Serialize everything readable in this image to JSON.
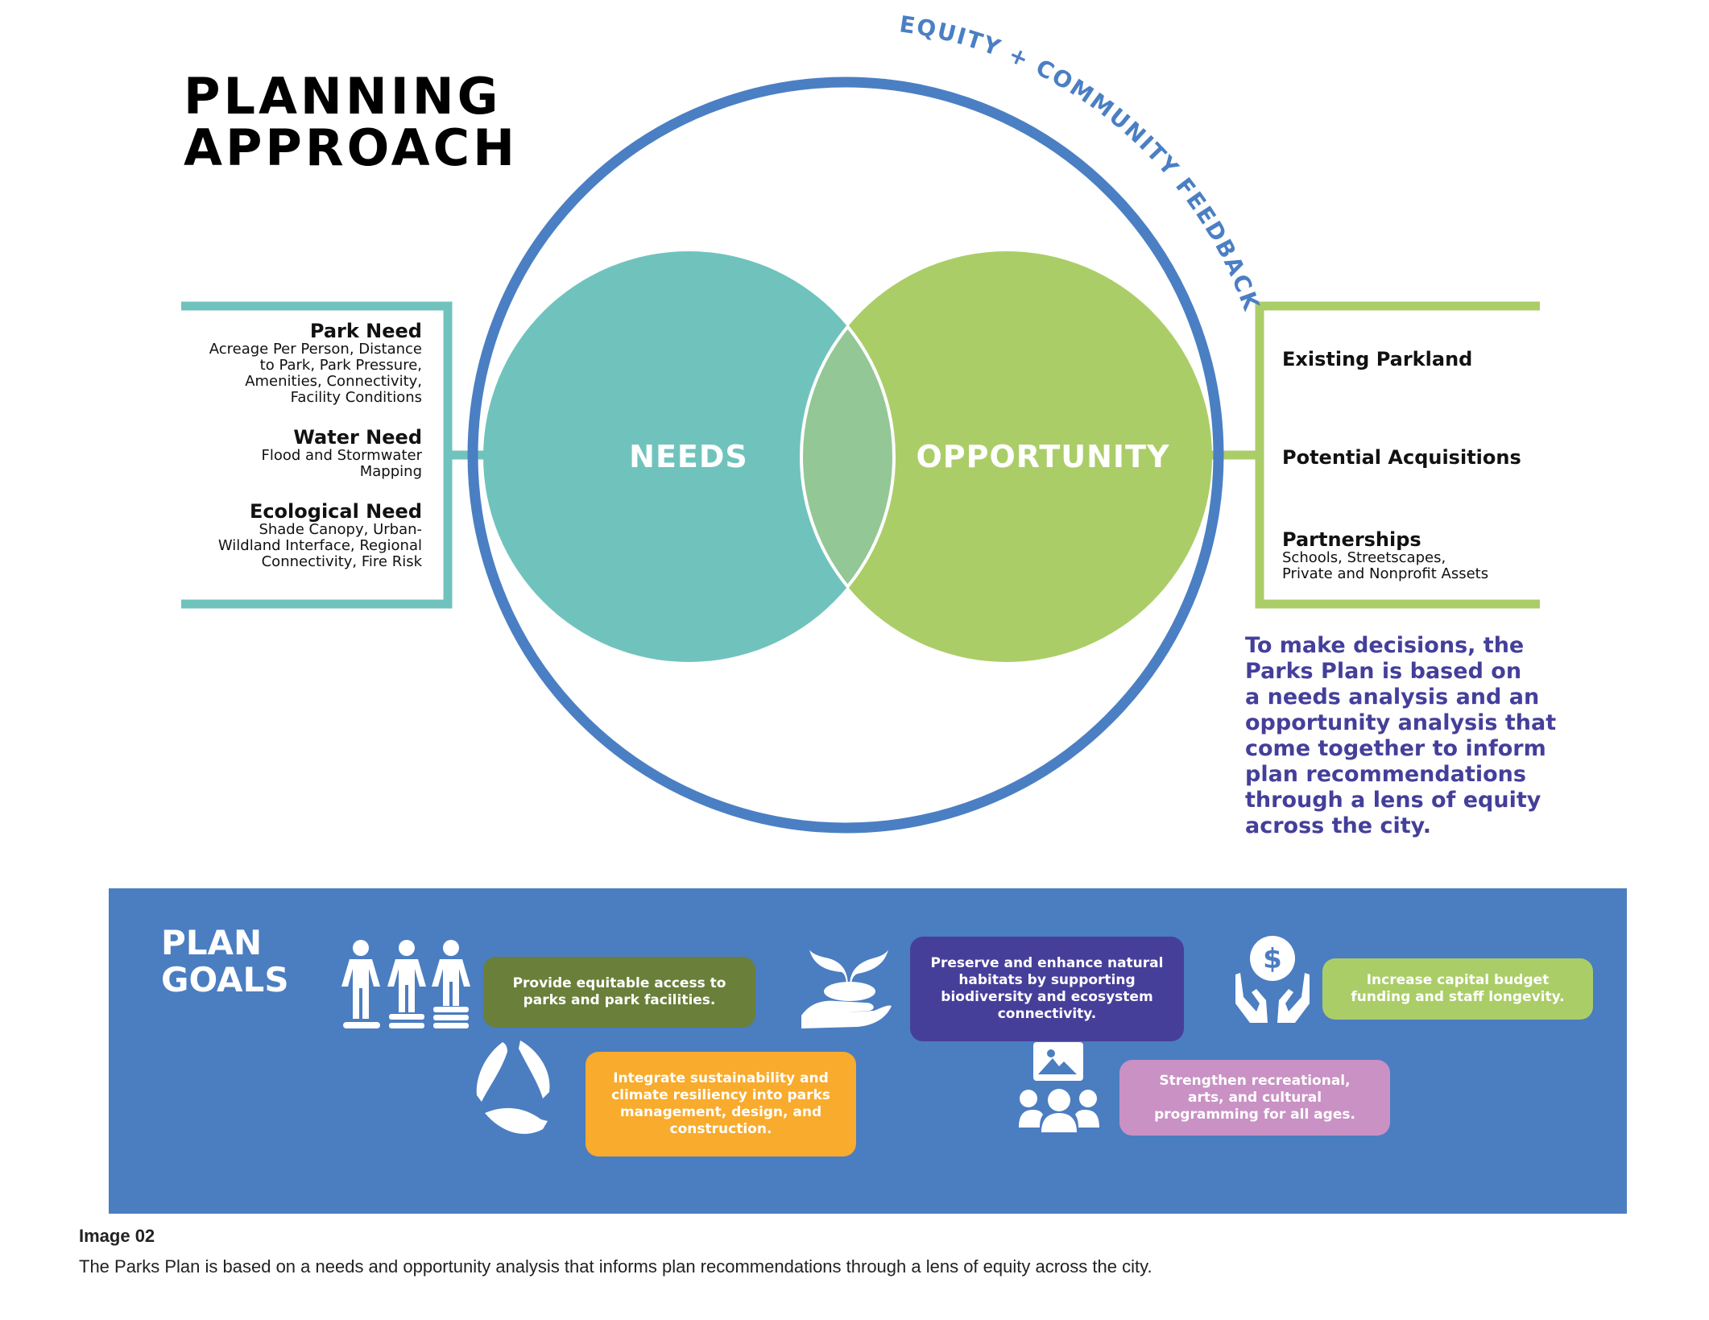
{
  "title": {
    "line1": "PLANNING",
    "line2": "APPROACH"
  },
  "ring_label": "EQUITY + COMMUNITY FEEDBACK",
  "venn": {
    "left_label": "NEEDS",
    "right_label": "OPPORTUNITY",
    "colors": {
      "ring": "#4b7fc3",
      "needs": "#70c3bd",
      "opportunity": "#abcd68",
      "overlap": "#93c795"
    }
  },
  "needs_list": [
    {
      "heading": "Park Need",
      "detail_lines": [
        "Acreage Per Person, Distance",
        "to Park, Park Pressure,",
        "Amenities, Connectivity,",
        "Facility Conditions"
      ]
    },
    {
      "heading": "Water Need",
      "detail_lines": [
        "Flood and Stormwater",
        "Mapping"
      ]
    },
    {
      "heading": "Ecological Need",
      "detail_lines": [
        "Shade Canopy, Urban-",
        "Wildland Interface, Regional",
        "Connectivity, Fire Risk"
      ]
    }
  ],
  "opportunity_list": [
    {
      "heading": "Existing Parkland",
      "detail_lines": []
    },
    {
      "heading": "Potential Acquisitions",
      "detail_lines": []
    },
    {
      "heading": "Partnerships",
      "detail_lines": [
        "Schools, Streetscapes,",
        "Private and Nonprofit Assets"
      ]
    }
  ],
  "summary_lines": [
    "To make decisions, the",
    "Parks Plan is based on",
    "a needs analysis and an",
    "opportunity analysis that",
    "come together to inform",
    "plan recommendations",
    "through a lens of equity",
    "across the city."
  ],
  "plan_goals": {
    "title_line1": "PLAN",
    "title_line2": "GOALS",
    "goals": [
      {
        "icon": "people-equity-icon",
        "color": "#6a7f3a",
        "lines": [
          "Provide equitable access to",
          "parks and park facilities."
        ]
      },
      {
        "icon": "sprout-in-hand-icon",
        "color": "#463f9a",
        "lines": [
          "Preserve and enhance natural",
          "habitats by supporting",
          "biodiversity and ecosystem",
          "connectivity."
        ]
      },
      {
        "icon": "money-in-hands-icon",
        "color": "#abcd68",
        "lines": [
          "Increase capital budget",
          "funding and staff longevity."
        ]
      },
      {
        "icon": "leaf-cycle-icon",
        "color": "#f8ab2c",
        "lines": [
          "Integrate sustainability and",
          "climate resiliency into parks",
          "management, design, and",
          "construction."
        ]
      },
      {
        "icon": "community-arts-icon",
        "color": "#c991c4",
        "lines": [
          "Strengthen recreational,",
          "arts, and cultural",
          "programming for all ages."
        ]
      }
    ]
  },
  "caption": {
    "title": "Image 02",
    "text": "The Parks Plan is based on a needs and opportunity analysis that informs plan recommendations through a lens of equity across the city."
  }
}
